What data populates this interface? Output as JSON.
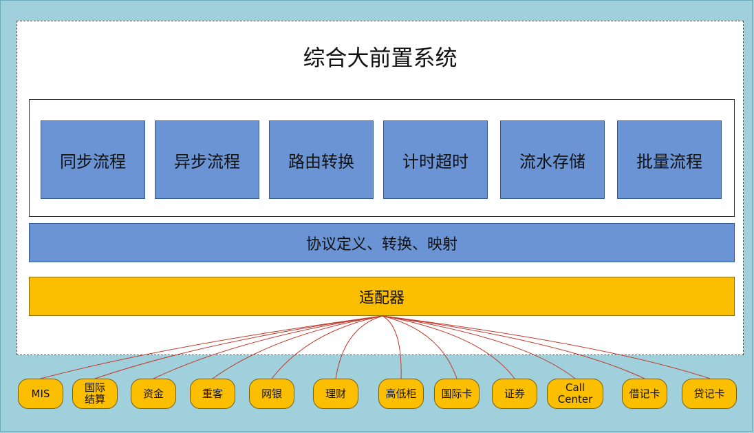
{
  "title": "综合大前置系统",
  "modules": [
    "同步流程",
    "异步流程",
    "路由转换",
    "计时超时",
    "流水存储",
    "批量流程"
  ],
  "protocol_label": "协议定义、转换、映射",
  "adapter_label": "适配器",
  "channels": [
    "MIS",
    "国际\n结算",
    "资金",
    "重客",
    "网银",
    "理财",
    "高低柜",
    "国际卡",
    "证券",
    "Call\nCenter",
    "借记卡",
    "贷记卡"
  ],
  "colors": {
    "background": "#9fd0dc",
    "module_blue": "#6a94d4",
    "adapter_yellow": "#fbbf00",
    "link_red": "#c0392b"
  }
}
